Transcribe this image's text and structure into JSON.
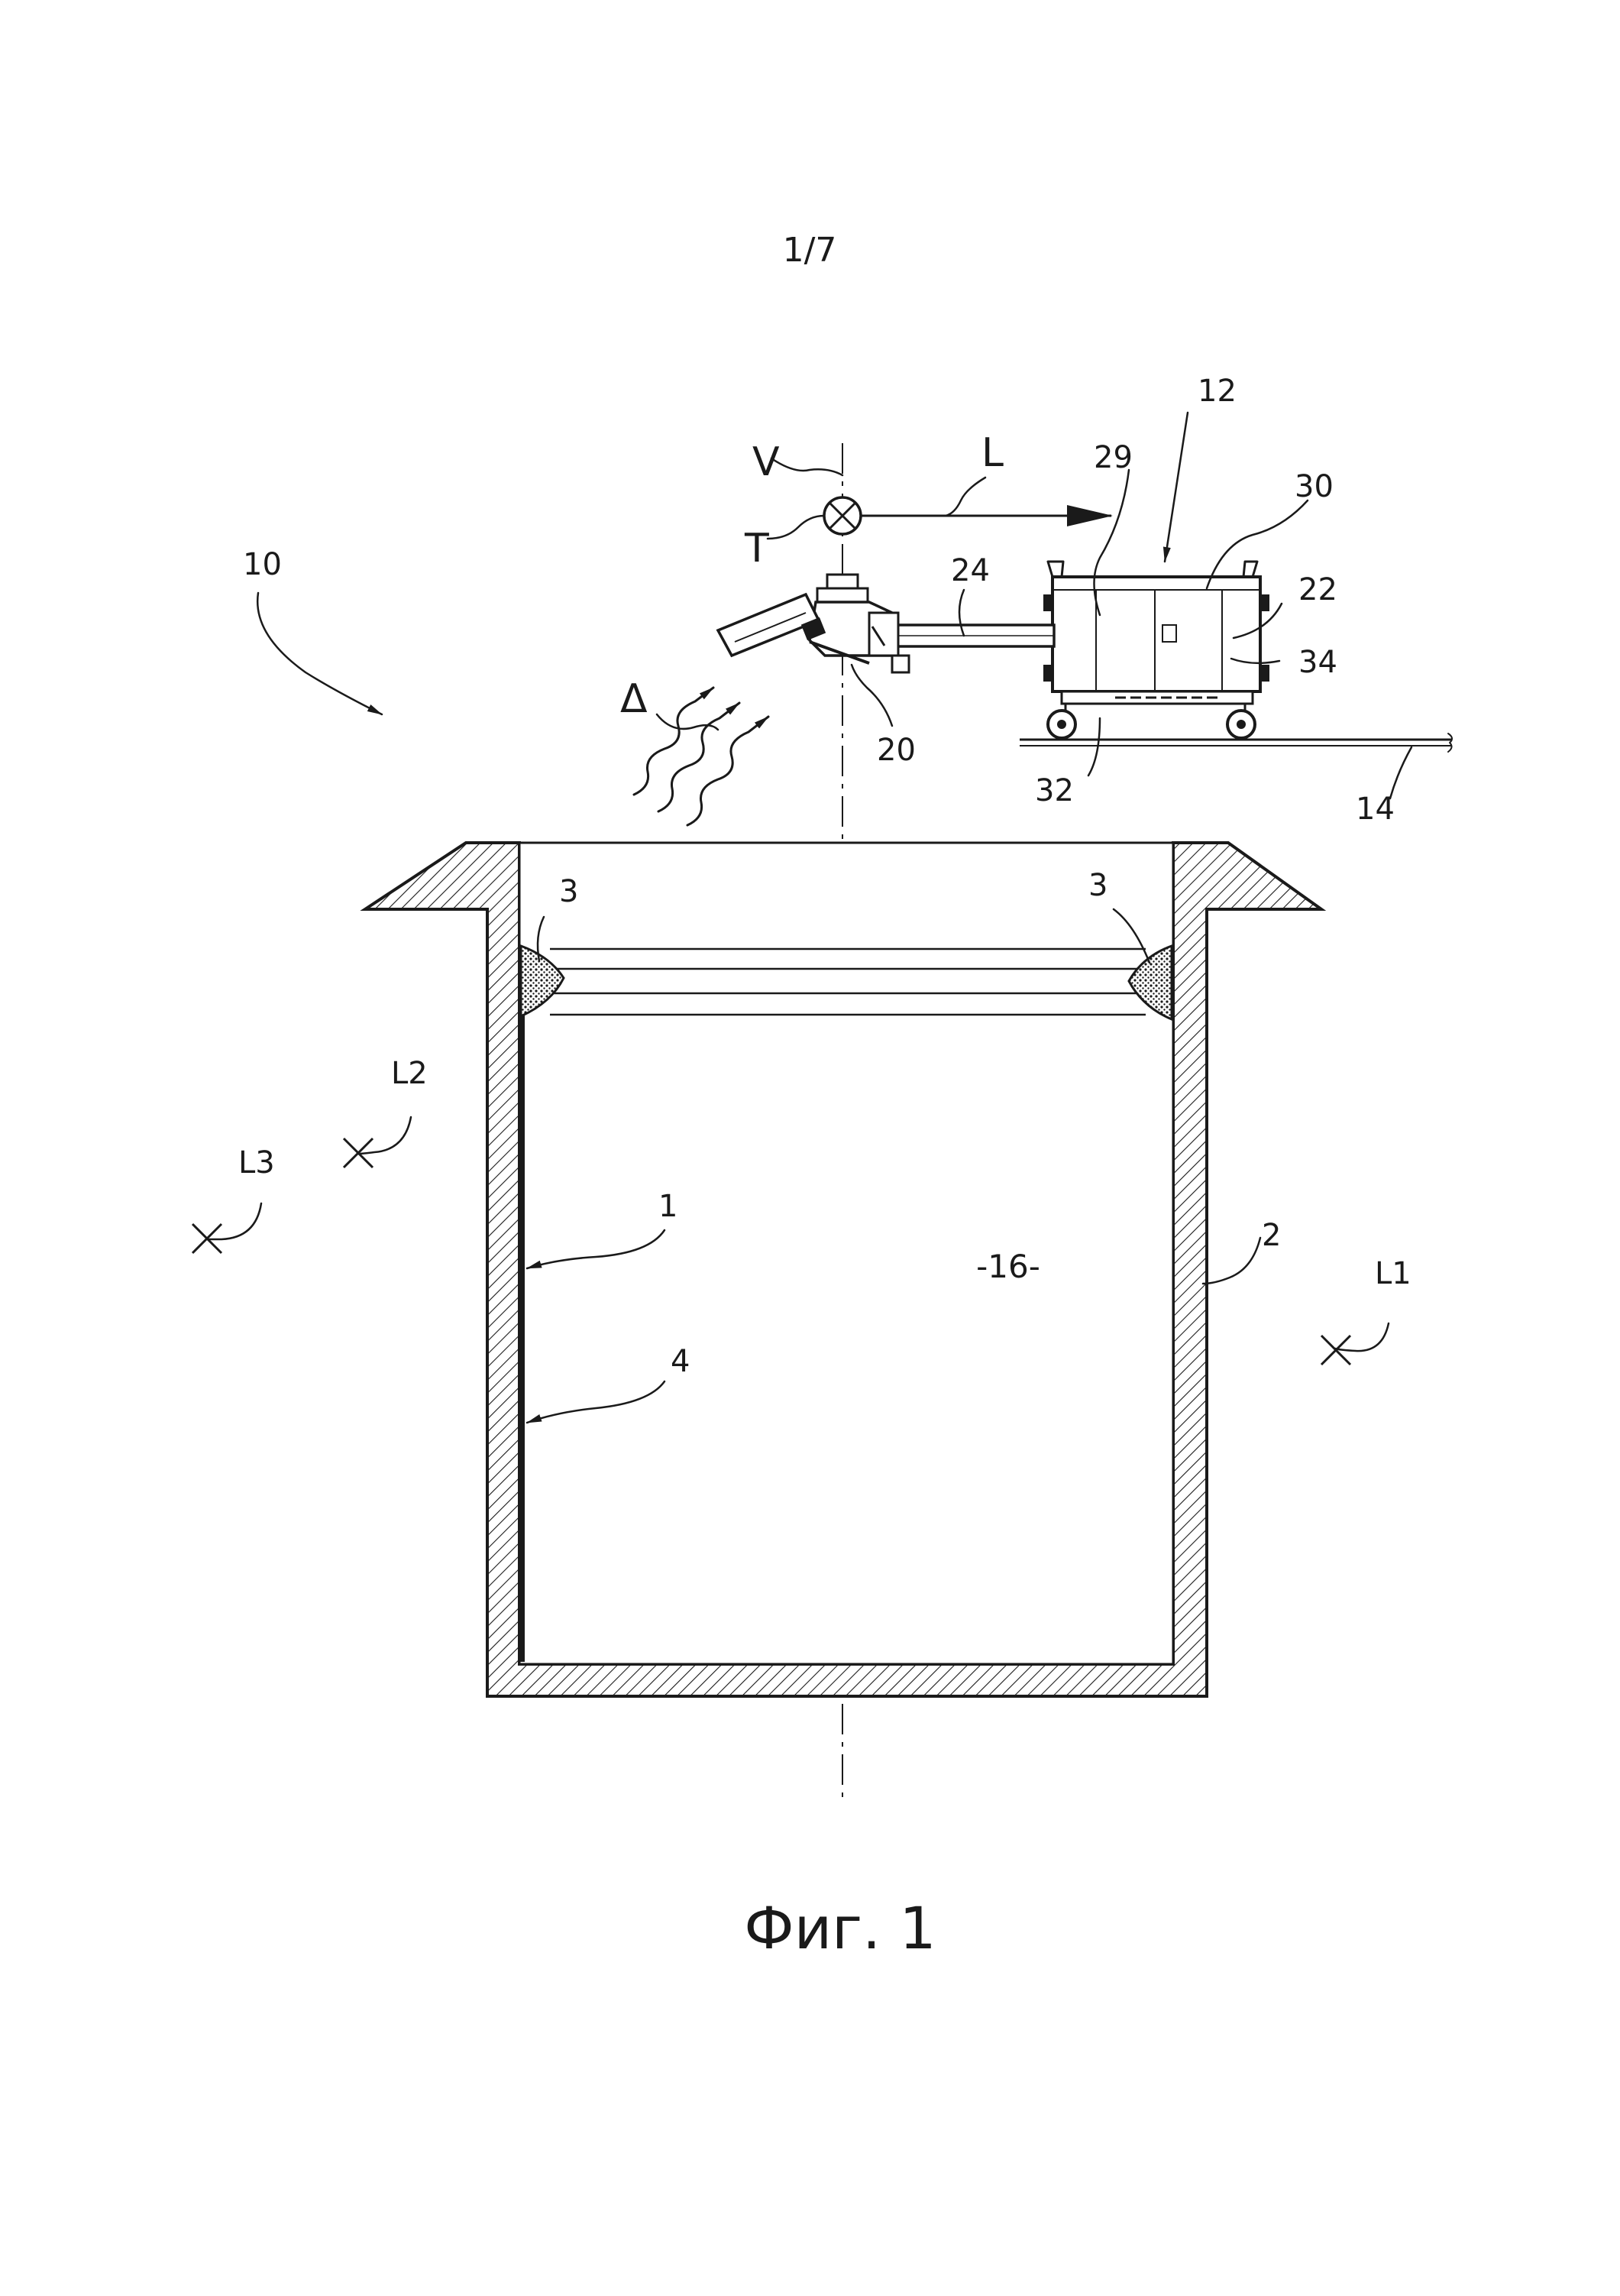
{
  "page": {
    "number": "1/7",
    "caption": "Фиг. 1"
  },
  "labels": {
    "installation": "10",
    "machine": "12",
    "rail": "14",
    "cavity": "-16-",
    "tool_head": "20",
    "body": "22",
    "arm": "24",
    "frame": "29",
    "housing": "30",
    "wheels": "32",
    "side": "34",
    "lining": "1",
    "vessel": "2",
    "deposit_left": "3",
    "deposit_right": "3",
    "layer": "4",
    "axis_v": "V",
    "rotation_t": "T",
    "movement_l": "L",
    "heat_delta": "Δ",
    "pos_l1": "L1",
    "pos_l2": "L2",
    "pos_l3": "L3"
  }
}
